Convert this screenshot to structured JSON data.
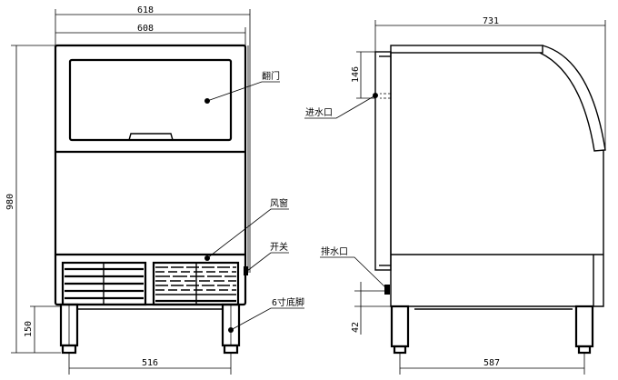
{
  "front_view": {
    "dimensions": {
      "overall_width": "618",
      "body_width": "608",
      "height": "980",
      "leg_height": "150",
      "leg_spacing": "516"
    },
    "labels": {
      "door": "翻门",
      "vent": "风窗",
      "switch": "开关",
      "feet": "6寸底脚"
    }
  },
  "side_view": {
    "dimensions": {
      "depth": "731",
      "inlet_height": "146",
      "drain_height": "42",
      "leg_spacing": "587"
    },
    "labels": {
      "water_inlet": "进水口",
      "drain": "排水口"
    }
  }
}
